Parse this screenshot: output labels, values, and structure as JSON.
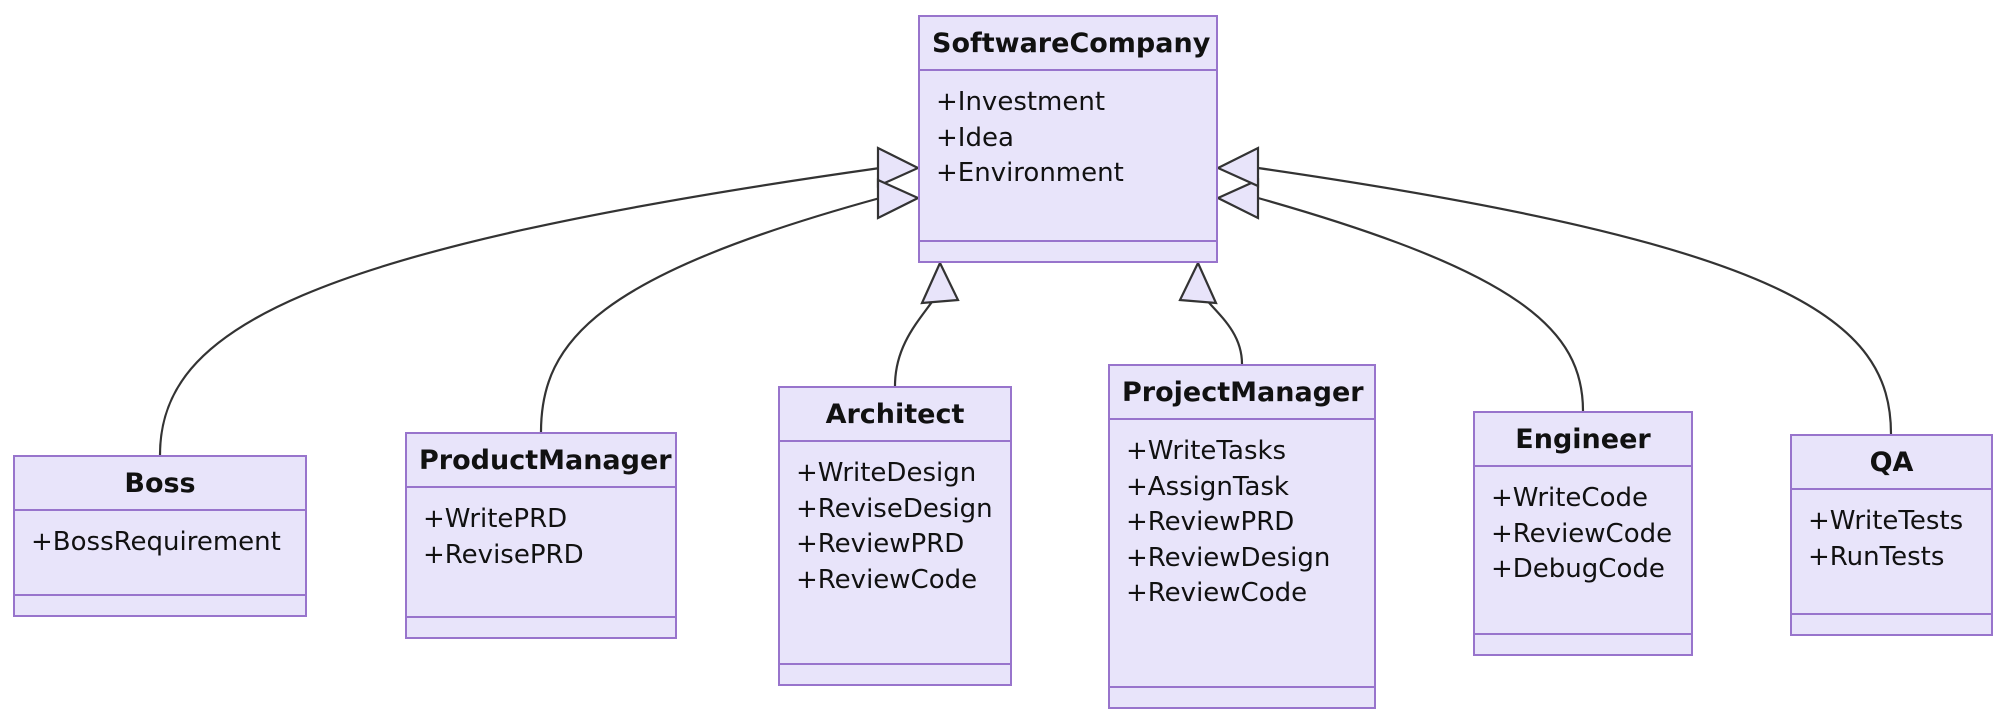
{
  "diagram": {
    "type": "uml-class-diagram",
    "relationship": "generalization",
    "colors": {
      "box_fill": "#e8e4fa",
      "box_border": "#9874cc",
      "edge_stroke": "#333333",
      "arrowhead_fill": "#e8e4fa",
      "background": "#ffffff",
      "text": "#111111"
    },
    "classes": [
      {
        "id": "softwarecompany",
        "name": "SoftwareCompany",
        "attributes": [
          "+Investment",
          "+Idea",
          "+Environment"
        ],
        "methods": []
      },
      {
        "id": "boss",
        "name": "Boss",
        "attributes": [
          "+BossRequirement"
        ],
        "methods": []
      },
      {
        "id": "productmanager",
        "name": "ProductManager",
        "attributes": [
          "+WritePRD",
          "+RevisePRD"
        ],
        "methods": []
      },
      {
        "id": "architect",
        "name": "Architect",
        "attributes": [
          "+WriteDesign",
          "+ReviseDesign",
          "+ReviewPRD",
          "+ReviewCode"
        ],
        "methods": []
      },
      {
        "id": "projectmanager",
        "name": "ProjectManager",
        "attributes": [
          "+WriteTasks",
          "+AssignTask",
          "+ReviewPRD",
          "+ReviewDesign",
          "+ReviewCode"
        ],
        "methods": []
      },
      {
        "id": "engineer",
        "name": "Engineer",
        "attributes": [
          "+WriteCode",
          "+ReviewCode",
          "+DebugCode"
        ],
        "methods": []
      },
      {
        "id": "qa",
        "name": "QA",
        "attributes": [
          "+WriteTests",
          "+RunTests"
        ],
        "methods": []
      }
    ],
    "edges": [
      {
        "from": "boss",
        "to": "softwarecompany",
        "kind": "inherits"
      },
      {
        "from": "productmanager",
        "to": "softwarecompany",
        "kind": "inherits"
      },
      {
        "from": "architect",
        "to": "softwarecompany",
        "kind": "inherits"
      },
      {
        "from": "projectmanager",
        "to": "softwarecompany",
        "kind": "inherits"
      },
      {
        "from": "engineer",
        "to": "softwarecompany",
        "kind": "inherits"
      },
      {
        "from": "qa",
        "to": "softwarecompany",
        "kind": "inherits"
      }
    ]
  }
}
